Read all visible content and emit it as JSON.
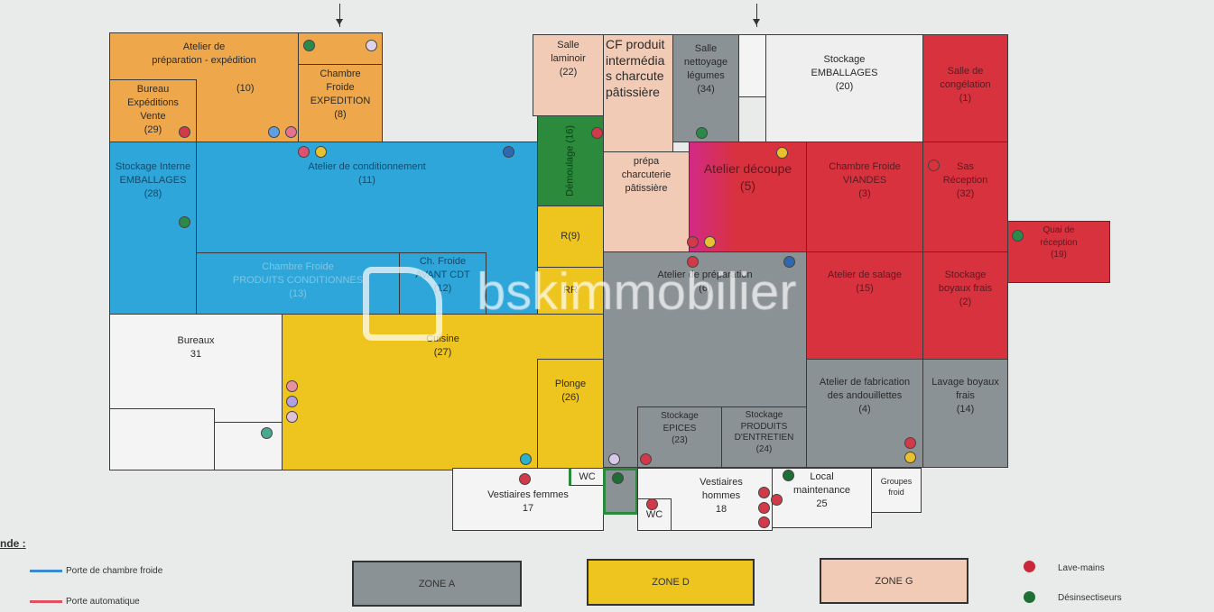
{
  "rooms": {
    "r10": {
      "name": "Atelier de\npréparation - expédition",
      "num": "(10)"
    },
    "r29": {
      "name": "Bureau\nExpéditions\nVente\n(29)"
    },
    "r8": {
      "name": "Chambre\nFroide\nEXPEDITION\n(8)"
    },
    "r28": {
      "name": "Stockage Interne\nEMBALLAGES\n(28)"
    },
    "r11": {
      "name": "Atelier de conditionnement\n(11)"
    },
    "r13": {
      "name": "Chambre Froide\nPRODUITS CONDITIONNES\n(13)"
    },
    "r12": {
      "name": "Ch. Froide\nAVANT CDT\n(12)"
    },
    "r31": {
      "name": "Bureaux\n31"
    },
    "r27": {
      "name": "Cuisine\n(27)"
    },
    "r26": {
      "name": "Plonge\n(26)"
    },
    "r22": {
      "name": "Salle\nlaminoir\n(22)"
    },
    "r16": {
      "name": "Démoulage\n(16)"
    },
    "r9": {
      "name": "R(9)"
    },
    "rr": {
      "name": "RR"
    },
    "cf": {
      "name": "CF produit\nintermédia\ns charcute\npâtissière"
    },
    "r34": {
      "name": "Salle\nnettoyage\nlégumes\n(34)"
    },
    "r20": {
      "name": "Stockage\nEMBALLAGES\n(20)"
    },
    "r1": {
      "name": "Salle de\ncongélation\n(1)"
    },
    "prepa": {
      "name": "prépa\ncharcuterie\npâtissière"
    },
    "r5": {
      "name": "Atelier découpe\n(5)"
    },
    "r3": {
      "name": "Chambre Froide\nVIANDES\n(3)"
    },
    "r32": {
      "name": "Sas\nRéception\n(32)"
    },
    "r19": {
      "name": "Quai de\nréception\n(19)"
    },
    "r6": {
      "name": "Atelier de préparation\n(6)"
    },
    "r15": {
      "name": "Atelier de salage\n(15)"
    },
    "r2": {
      "name": "Stockage\nboyaux frais\n(2)"
    },
    "r4": {
      "name": "Atelier de fabrication\ndes andouillettes\n(4)"
    },
    "r14": {
      "name": "Lavage boyaux\nfrais\n(14)"
    },
    "r23": {
      "name": "Stockage\nEPICES\n(23)"
    },
    "r24": {
      "name": "Stockage\nPRODUITS\nD'ENTRETIEN\n(24)"
    },
    "r17": {
      "name": "Vestiaires femmes\n17"
    },
    "wc1": {
      "name": "WC"
    },
    "r18": {
      "name": "Vestiaires\nhommes\n18"
    },
    "wc2": {
      "name": "WC"
    },
    "r25": {
      "name": "Local\nmaintenance\n25"
    },
    "gf": {
      "name": "Groupes\nfroid"
    }
  },
  "legend": {
    "title": "nde :",
    "cold_door": "Porte de chambre froide",
    "auto_door": "Porte automatique",
    "zone_a": "ZONE A",
    "zone_d": "ZONE D",
    "zone_g": "ZONE G",
    "handwash": "Lave-mains",
    "insect": "Désinsectiseurs"
  },
  "watermark": "bskimmobilier",
  "colors": {
    "zone_a": "#8b9295",
    "zone_d": "#eec51f",
    "zone_g": "#f1cbb5",
    "orange": "#eea84b",
    "blue": "#2ea6da",
    "red": "#d8323f",
    "handwash": "#c8283a",
    "insect": "#1e6e35"
  }
}
